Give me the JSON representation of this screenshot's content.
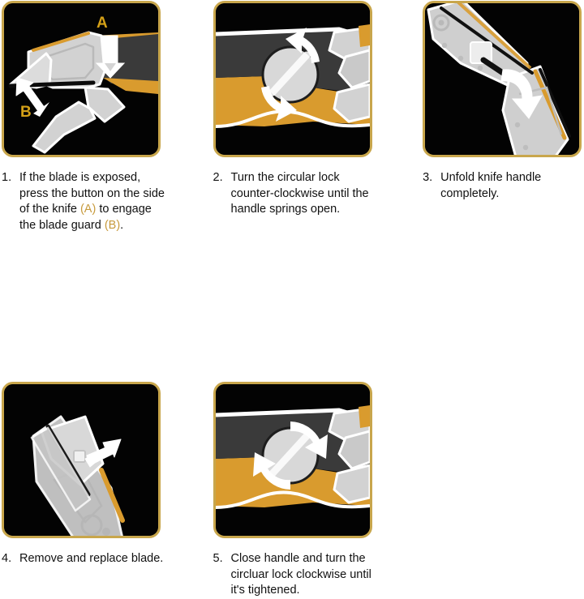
{
  "document": {
    "type": "instruction-sheet",
    "title": "Utility knife blade replacement steps"
  },
  "colors": {
    "panel_border": "#c8a64c",
    "panel_background": "#030303",
    "knife_orange": "#d99b2e",
    "knife_dark": "#3a3a3a",
    "knife_grey": "#d3d3d3",
    "label_gold": "#d4a017",
    "caption_gold": "#c79a3c",
    "text": "#111111",
    "page_background": "#ffffff"
  },
  "steps": [
    {
      "number": "1.",
      "image_name": "knife-blade-guard-illustration",
      "labels": [
        {
          "text": "A",
          "meaning": "button-on-side-of-knife"
        },
        {
          "text": "B",
          "meaning": "blade-guard"
        }
      ],
      "caption_parts": [
        {
          "text": "If the blade is exposed, press the button on the side of the knife ",
          "style": "normal"
        },
        {
          "text": "(A)",
          "style": "gold"
        },
        {
          "text": " to engage the blade guard ",
          "style": "normal"
        },
        {
          "text": "(B)",
          "style": "gold"
        },
        {
          "text": ".",
          "style": "normal"
        }
      ],
      "caption_plain": "If the blade is exposed, press the button on the side of the knife (A) to engage the blade guard (B)."
    },
    {
      "number": "2.",
      "image_name": "circular-lock-counter-clockwise-illustration",
      "labels": [],
      "caption_parts": [
        {
          "text": "Turn the circular lock counter-clockwise until the handle springs open.",
          "style": "normal"
        }
      ],
      "caption_plain": "Turn the circular lock counter-clockwise until the handle springs open."
    },
    {
      "number": "3.",
      "image_name": "unfold-knife-handle-illustration",
      "labels": [],
      "caption_parts": [
        {
          "text": "Unfold knife handle completely.",
          "style": "normal"
        }
      ],
      "caption_plain": "Unfold knife handle completely."
    },
    {
      "number": "4.",
      "image_name": "remove-replace-blade-illustration",
      "labels": [],
      "caption_parts": [
        {
          "text": "Remove and replace blade.",
          "style": "normal"
        }
      ],
      "caption_plain": "Remove and replace blade."
    },
    {
      "number": "5.",
      "image_name": "circular-lock-clockwise-illustration",
      "labels": [],
      "caption_parts": [
        {
          "text": "Close handle and turn the circluar lock clockwise until it's tightened.",
          "style": "normal"
        }
      ],
      "caption_plain": "Close handle and turn the circluar lock clockwise until it's tightened."
    }
  ]
}
